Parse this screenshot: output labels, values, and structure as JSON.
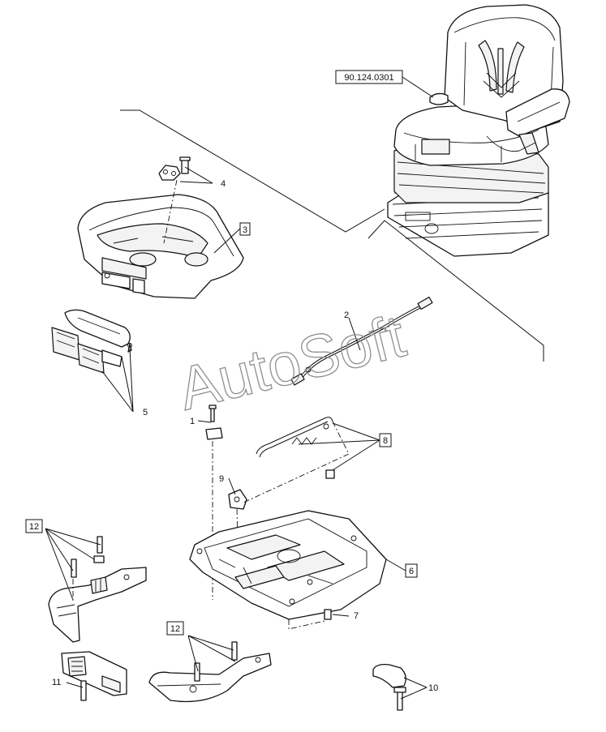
{
  "watermark": "AutoSoft",
  "callouts": {
    "ref_seat": "90.124.0301",
    "c1": "1",
    "c2": "2",
    "c3": "3",
    "c4": "4",
    "c5": "5",
    "c6": "6",
    "c7": "7",
    "c8": "8",
    "c9": "9",
    "c10": "10",
    "c11": "11",
    "c12a": "12",
    "c12b": "12"
  }
}
